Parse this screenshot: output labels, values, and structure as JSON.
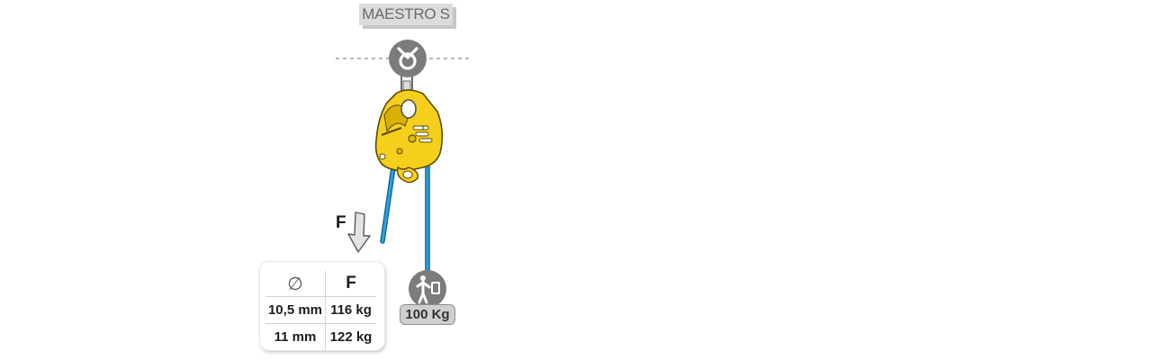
{
  "title": "MAESTRO S",
  "force_symbol": "F",
  "table": {
    "header_diameter": "∅",
    "header_force": "F",
    "rows": [
      {
        "diameter": "10,5 mm",
        "force": "116 kg"
      },
      {
        "diameter": "11 mm",
        "force": "122 kg"
      }
    ]
  },
  "load_badge": "100 Kg",
  "icons": [
    "anchor-icon",
    "carabiner-icon",
    "descender-device-icon",
    "force-arrow-icon",
    "person-load-icon"
  ],
  "colors": {
    "device_yellow": "#f5cf1b",
    "rope_blue": "#1f8fcf",
    "icon_gray": "#7c7c7c"
  }
}
